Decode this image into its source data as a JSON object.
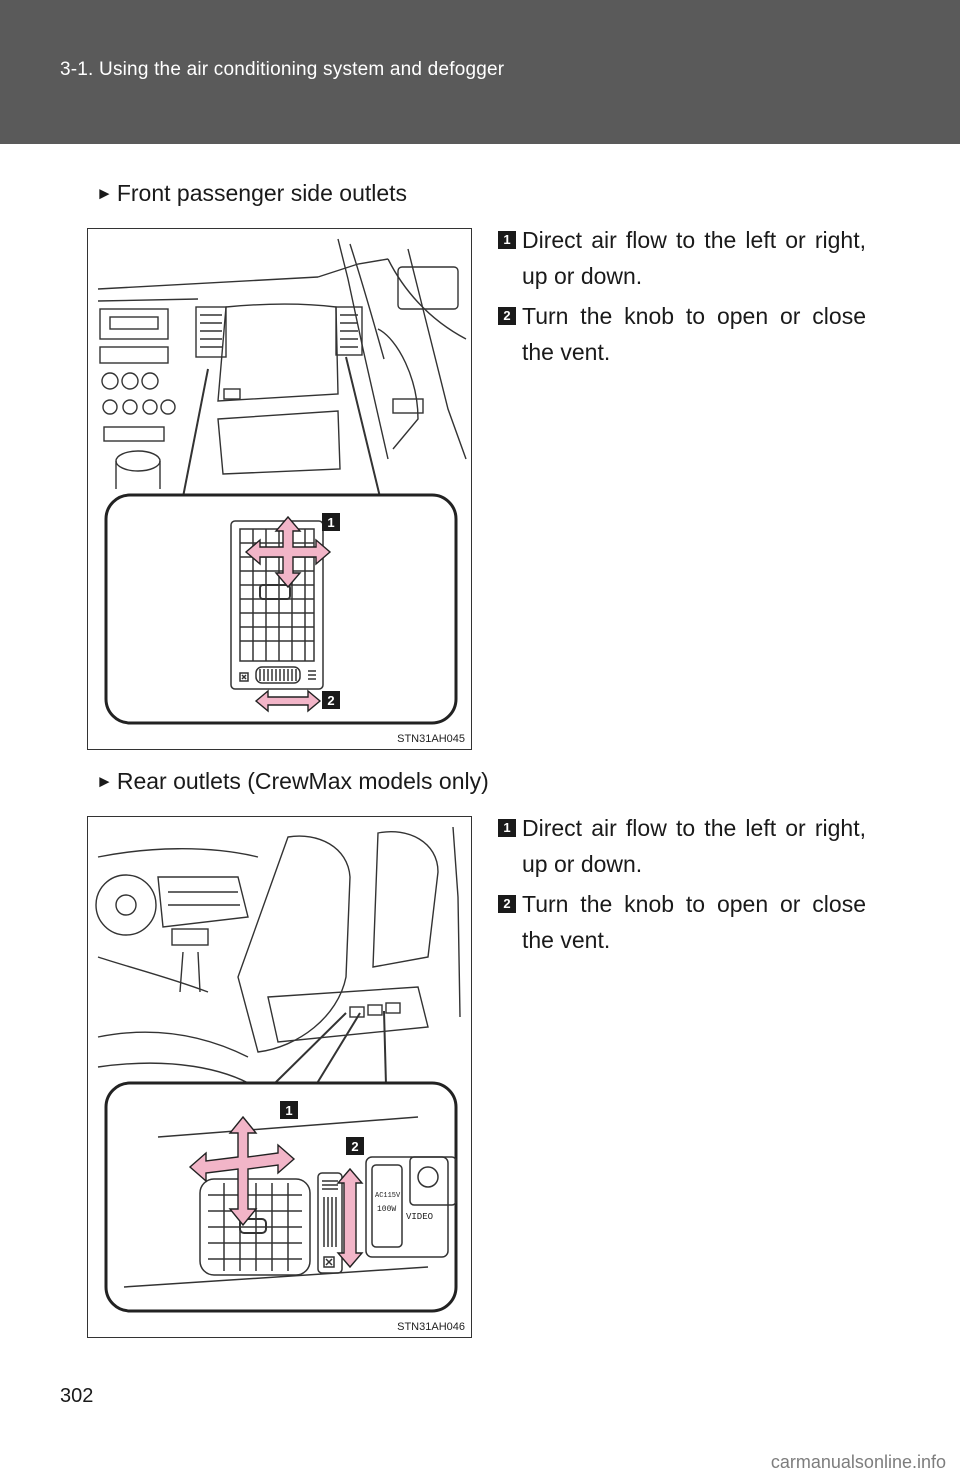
{
  "header": {
    "title": "3-1. Using the air conditioning system and defogger"
  },
  "sections": [
    {
      "heading": "Front passenger side outlets",
      "figure_code": "STN31AH045",
      "callouts": [
        "1",
        "2"
      ],
      "steps": [
        {
          "num": "1",
          "text": "Direct air flow to the left or right, up or down."
        },
        {
          "num": "2",
          "text": "Turn the knob to open or close the vent."
        }
      ]
    },
    {
      "heading": "Rear outlets (CrewMax models only)",
      "figure_code": "STN31AH046",
      "callouts": [
        "1",
        "2"
      ],
      "panel_labels": {
        "ac": "AC115V",
        "watt": "100W",
        "video": "VIDEO"
      },
      "steps": [
        {
          "num": "1",
          "text": "Direct air flow to the left or right, up or down."
        },
        {
          "num": "2",
          "text": "Turn the knob to open or close the vent."
        }
      ]
    }
  ],
  "page_number": "302",
  "watermark": "carmanualsonline.info"
}
